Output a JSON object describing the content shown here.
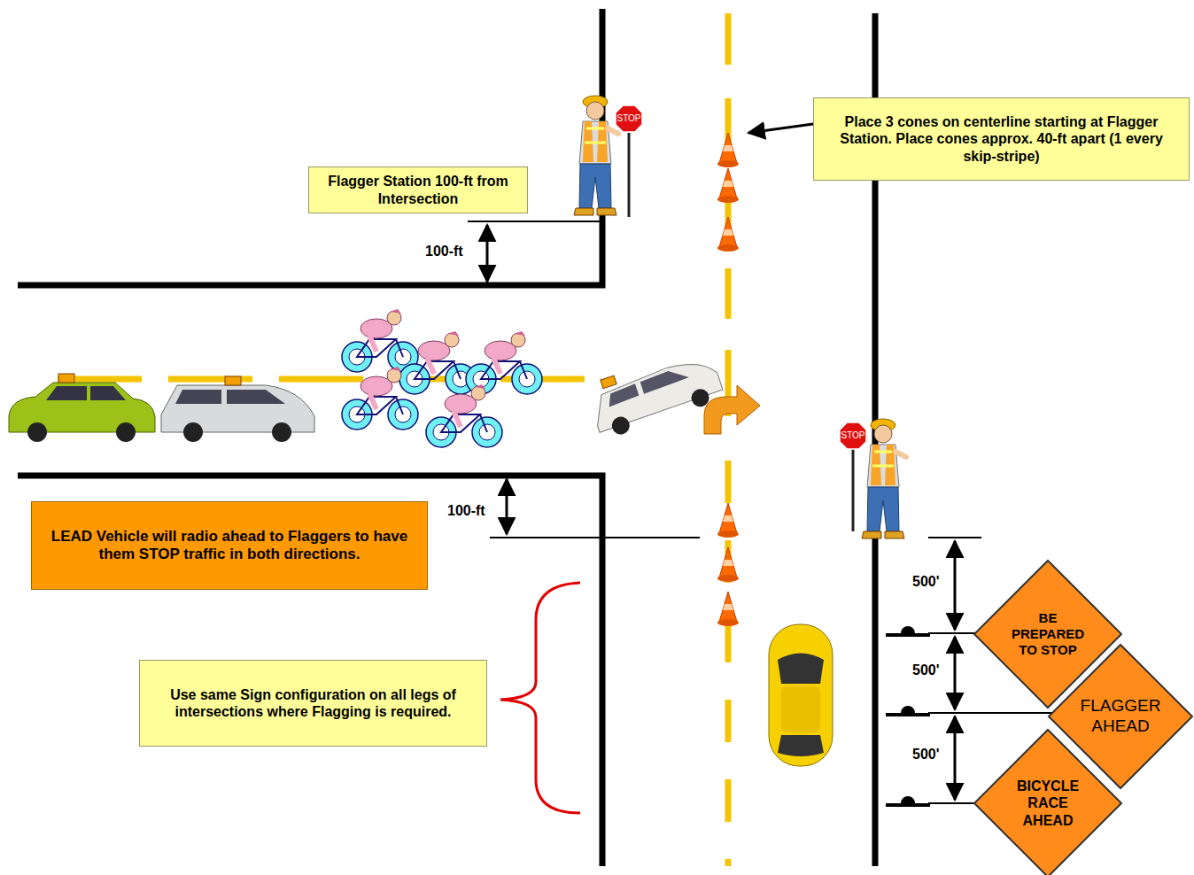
{
  "diagram": {
    "nodes": [
      {
        "text": [
          "Flagger Station 100-ft from Intersection"
        ]
      },
      {
        "text": [
          "STOP"
        ]
      },
      {
        "text": [
          "Place 3 cones on centerline starting at Flagger Station. Place cones approx. 40-ft apart (1 every skip-stripe)"
        ]
      },
      {
        "text": [
          "STOP"
        ]
      },
      {
        "text": [
          "LEAD Vehicle will radio ahead to Flaggers to have them STOP traffic in both directions."
        ]
      },
      {
        "text": [
          "BE PREPARED TO STOP"
        ]
      },
      {
        "text": [
          "FLAGGER AHEAD"
        ]
      },
      {
        "text": [
          "Use same Sign configuration on all legs of intersections where Flagging is required."
        ]
      },
      {
        "text": [
          "BICYCLE RACE AHEAD"
        ]
      }
    ],
    "labels": [
      "100-ft",
      "100-ft",
      "500'",
      "500'",
      "500'"
    ]
  }
}
